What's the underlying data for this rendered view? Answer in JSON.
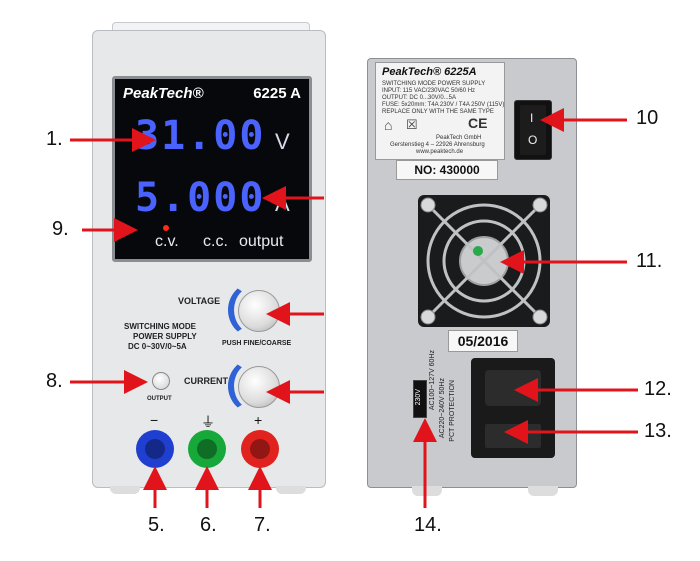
{
  "front": {
    "brand": "PeakTech®",
    "model": "6225 A",
    "voltage_display": "31.00",
    "voltage_unit": "V",
    "current_display": "5.000",
    "current_unit": "A",
    "indicators": [
      "c.v.",
      "c.c.",
      "output"
    ],
    "voltage_label": "VOLTAGE",
    "current_label": "CURRENT",
    "push_label": "PUSH FINE/COARSE",
    "desc_line1": "SWITCHING MODE",
    "desc_line2": "POWER SUPPLY",
    "desc_line3": "DC 0~30V/0~5A",
    "output_label": "OUTPUT",
    "minus": "−",
    "ground": "⏚",
    "plus": "+"
  },
  "back": {
    "brand": "PeakTech® 6225A",
    "sticker_lines": [
      "SWITCHING MODE POWER SUPPLY",
      "INPUT: 115 VAC/230VAC  50/60 Hz",
      "OUTPUT: DC 0...30V/0...5A",
      "FUSE: 5x20mm: T4A 230V / T4A 250V (115V)",
      "REPLACE ONLY WITH THE SAME TYPE",
      "PeakTech GmbH",
      "Gerstenstieg 4 – 22926 Ahrensburg",
      "www.peaktech.de"
    ],
    "serial": "NO: 430000",
    "date": "05/2016",
    "switch_on": "I",
    "switch_off": "O",
    "selector_label": "230V",
    "selector_text1": "AC100~127V 60Hz",
    "selector_text2": "AC220~240V 50Hz",
    "selector_text3": "PCT PROTECTION"
  },
  "callouts": {
    "c1": "1.",
    "c9": "9.",
    "c8": "8.",
    "c5": "5.",
    "c6": "6.",
    "c7": "7.",
    "c10": "10",
    "c11": "11.",
    "c12": "12.",
    "c13": "13.",
    "c14": "14."
  },
  "colors": {
    "arrow_red": "#e2141b",
    "display_blue": "#4a63ff",
    "knob_ring_blue": "#2e62d6",
    "jack_blue": "#1f3fd0",
    "jack_green": "#17a83a",
    "jack_red": "#e0231f"
  }
}
